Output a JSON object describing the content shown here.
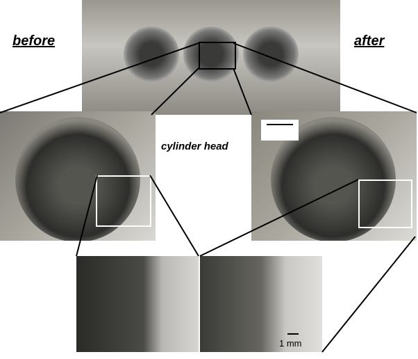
{
  "labels": {
    "before": "before",
    "after": "after",
    "cylinder_head": "cylinder head",
    "scale": "1 mm"
  }
}
